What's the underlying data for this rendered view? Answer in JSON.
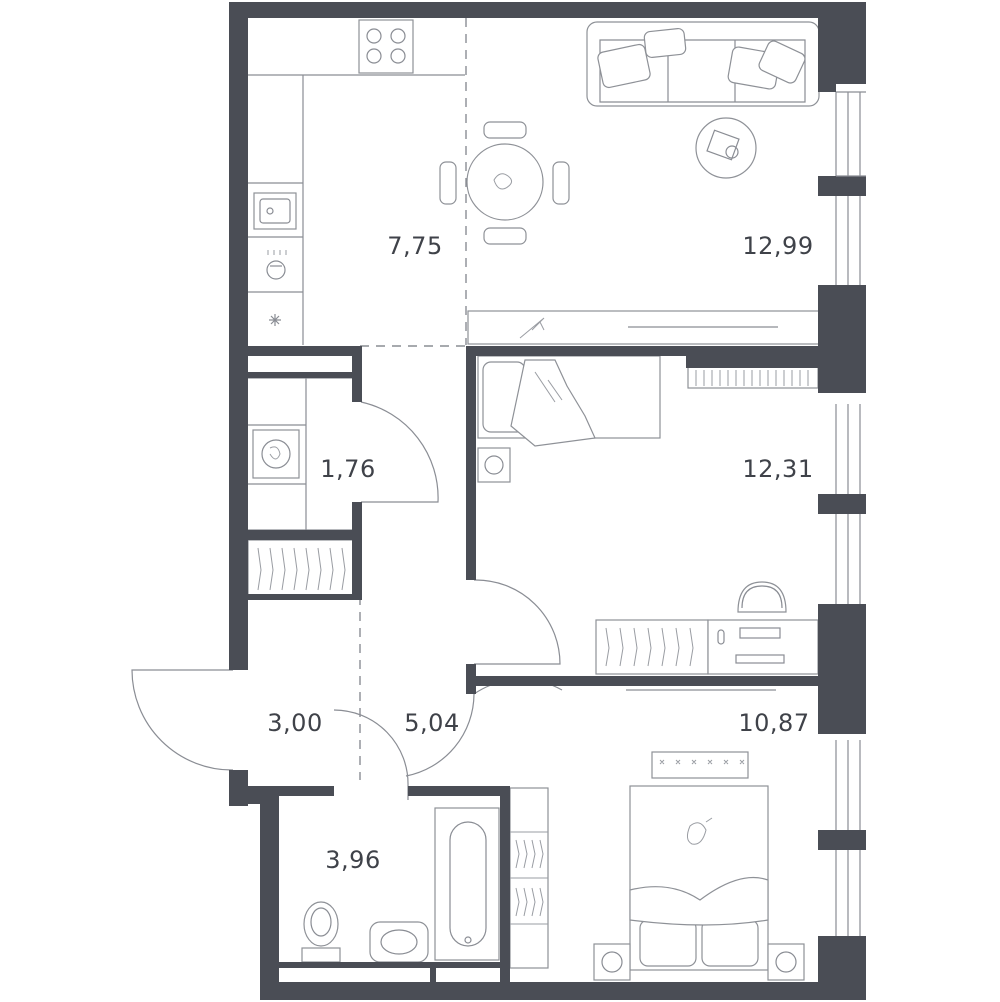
{
  "plan": {
    "rooms": [
      {
        "id": "kitchen",
        "area": "7,75"
      },
      {
        "id": "living-room",
        "area": "12,99"
      },
      {
        "id": "laundry",
        "area": "1,76"
      },
      {
        "id": "bedroom-1",
        "area": "12,31"
      },
      {
        "id": "entrance",
        "area": "3,00"
      },
      {
        "id": "hallway",
        "area": "5,04"
      },
      {
        "id": "bedroom-2",
        "area": "10,87"
      },
      {
        "id": "bathroom",
        "area": "3,96"
      }
    ]
  }
}
